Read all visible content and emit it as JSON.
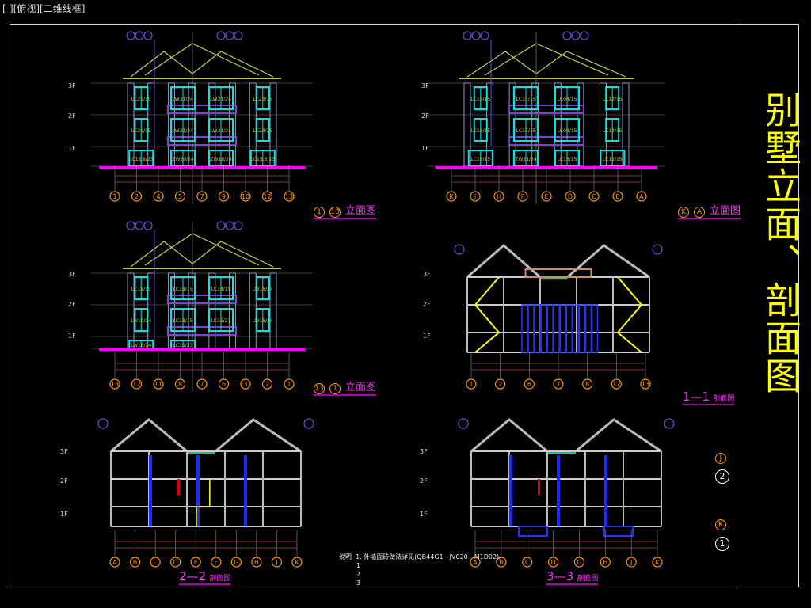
{
  "viewport_label": "[-][俯视][二维线框]",
  "sheet_title": "别墅立面、剖面图",
  "panels": [
    {
      "id": "elev-1-13",
      "kind": "elevation",
      "axes": [
        "1",
        "2",
        "4",
        "5",
        "7",
        "9",
        "10",
        "12",
        "13"
      ],
      "title_from": "1",
      "title_to": "13",
      "title": "立面图",
      "windows": [
        "LC23/15",
        "LW31/24",
        "LW21/24",
        "LC23/15",
        "LC23/15",
        "LW31/24",
        "LW21/24",
        "LC23/15",
        "LC15.8/23",
        "ZW20/24",
        "ZW18/24",
        "LC15.5/23"
      ]
    },
    {
      "id": "elev-K-A",
      "kind": "elevation",
      "axes": [
        "K",
        "J",
        "H",
        "F",
        "E",
        "D",
        "C",
        "B",
        "A"
      ],
      "title_from": "K",
      "title_to": "A",
      "title": "立面图",
      "windows": [
        "LC16/15",
        "LC15/15",
        "LC08/15",
        "LC12/15",
        "LC16/15",
        "LC15/15",
        "LC08/15",
        "LC12/15",
        "LC16/15",
        "ZW21/24",
        "LC15/15",
        "LC12/15"
      ]
    },
    {
      "id": "elev-13-1",
      "kind": "elevation",
      "axes": [
        "13",
        "12",
        "11",
        "8",
        "7",
        "6",
        "3",
        "2",
        "1"
      ],
      "title_from": "13",
      "title_to": "1",
      "title": "立面图",
      "windows": [
        "LC18/15",
        "LC18/15",
        "LC18/15",
        "LW18/24",
        "LW18/24",
        "LC18/15",
        "LC15/23",
        "LW18/24",
        "LW18/24",
        "LC15/23"
      ]
    },
    {
      "id": "section-1-1",
      "kind": "section",
      "axes": [
        "1",
        "2",
        "6",
        "7",
        "8",
        "12",
        "13"
      ],
      "title": "1—1",
      "title_suffix": "剖面图"
    },
    {
      "id": "section-2-2",
      "kind": "section",
      "axes": [
        "A",
        "B",
        "C",
        "D",
        "E",
        "F",
        "G",
        "H",
        "J",
        "K"
      ],
      "title": "2—2",
      "title_suffix": "剖面图"
    },
    {
      "id": "section-3-3",
      "kind": "section",
      "axes": [
        "A",
        "B",
        "C",
        "D",
        "G",
        "H",
        "J",
        "K"
      ],
      "title": "3—3",
      "title_suffix": "剖面图"
    }
  ],
  "floors": [
    "3F",
    "2F",
    "1F"
  ],
  "notes": {
    "head": "说明",
    "line1": "1.  外墙面砖做法详见(QB44G1—JV020—M1D02)。",
    "items": [
      "1",
      "2",
      "3"
    ]
  },
  "legend": [
    "J",
    "2",
    "K",
    "1"
  ],
  "colors": {
    "frame": "#dddddd",
    "title": "#ffff00",
    "axis": "#ff9900",
    "title_text": "#ff33ff",
    "window": "#00e5e5",
    "wall": "#8899cc",
    "roof": "#c8d040",
    "ground": "#ff00ff",
    "balcony": "#7744cc",
    "callout": "#6a4fd0",
    "dim": "#aa4444"
  }
}
